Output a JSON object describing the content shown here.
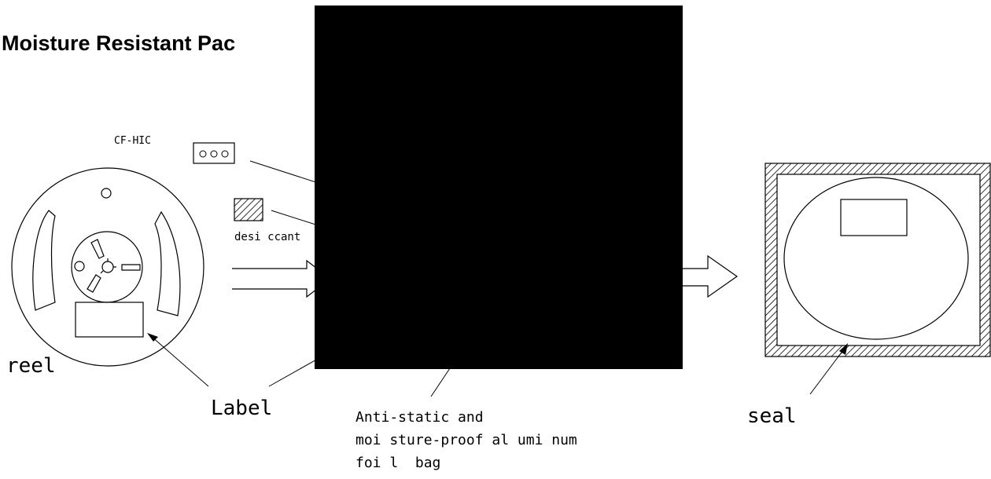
{
  "title": "Moisture Resistant Pac",
  "labels": {
    "cf_hic": "CF-HIC",
    "desiccant": "desi ccant",
    "reel": "reel",
    "label": "Label",
    "bag_line1": "Anti-static and",
    "bag_line2": "moi sture-proof al umi num",
    "bag_line3": "foi l  bag",
    "seal": "seal"
  },
  "colors": {
    "line": "#000000",
    "background": "#ffffff",
    "redaction": "#000000"
  }
}
